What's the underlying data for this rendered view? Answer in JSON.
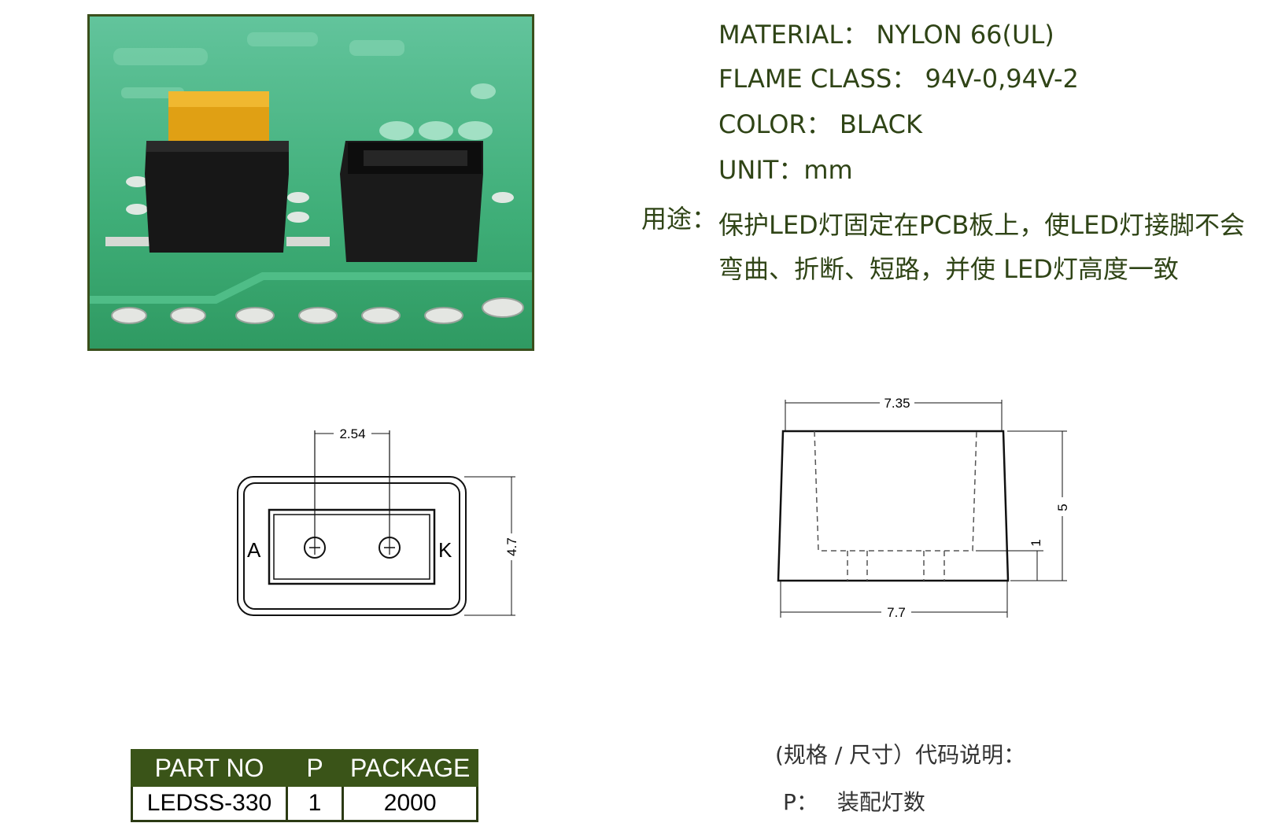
{
  "specs": {
    "material": "MATERIAL： NYLON 66(UL)",
    "flame": "FLAME CLASS： 94V-0,94V-2",
    "color": "COLOR： BLACK",
    "unit": "UNIT：mm",
    "usage_label": "用途：",
    "usage_text": "保护LED灯固定在PCB板上，使LED灯接脚不会弯曲、折断、短路，并使 LED灯高度一致"
  },
  "top_view": {
    "pitch": "2.54",
    "height": "4.7",
    "anode": "A",
    "cathode": "K"
  },
  "side_view": {
    "top_width": "7.35",
    "bottom_width": "7.7",
    "height": "5",
    "step": "1"
  },
  "table": {
    "headers": [
      "PART NO",
      "P",
      "PACKAGE"
    ],
    "row": [
      "LEDSS-330",
      "1",
      "2000"
    ]
  },
  "code_note": {
    "title": "(规格 / 尺寸）代码说明：",
    "p_key": "P：",
    "p_value": "装配灯数"
  },
  "colors": {
    "text": "#2f4416",
    "frame": "#3a4f1c",
    "table_header": "#3a5418",
    "pcb": "#3cb07a"
  }
}
